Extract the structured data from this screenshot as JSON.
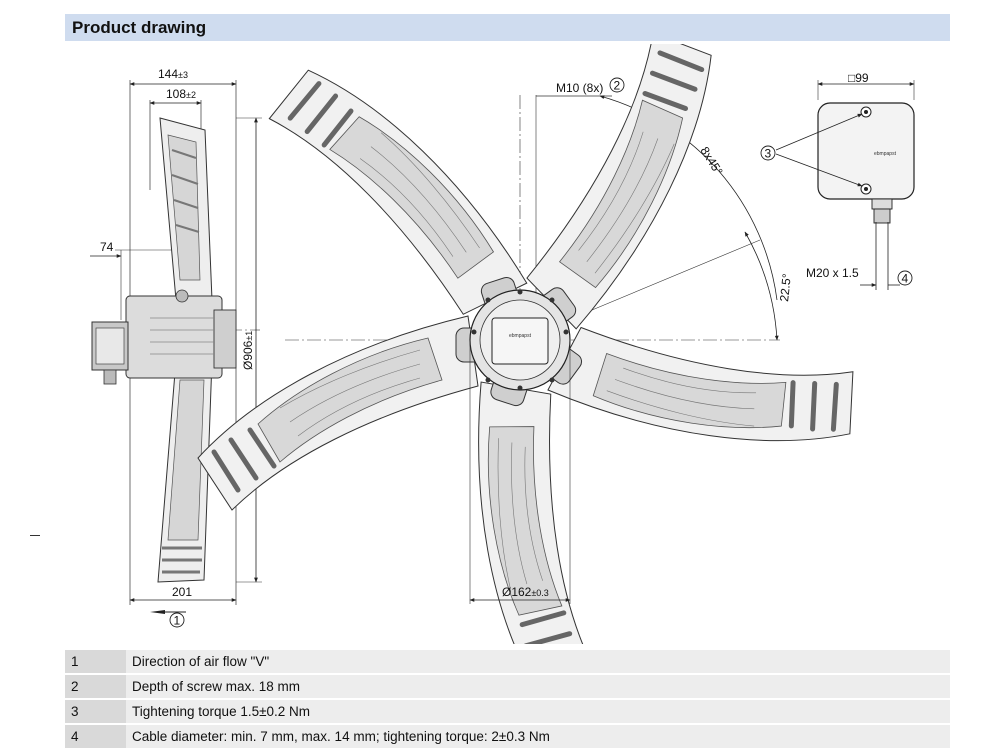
{
  "section": {
    "title": "Product drawing"
  },
  "dimensions": {
    "d144": "144",
    "d144_tol": "±3",
    "d108": "108",
    "d108_tol": "±2",
    "d74": "74",
    "d201": "201",
    "d906": "Ø906",
    "d906_tol": "±1",
    "d162": "Ø162",
    "d162_tol": "±0.3",
    "m10": "M10 (8x)",
    "angle8": "8x45°",
    "angle22": "22.5°",
    "box99": "□99",
    "m20": "M20 x 1.5",
    "brand": "ebmpapst"
  },
  "callouts": {
    "c1": "1",
    "c2": "2",
    "c3": "3",
    "c4": "4"
  },
  "legend": [
    {
      "num": "1",
      "text": "Direction of air flow \"V\""
    },
    {
      "num": "2",
      "text": "Depth of screw max. 18 mm"
    },
    {
      "num": "3",
      "text": "Tightening torque 1.5±0.2 Nm"
    },
    {
      "num": "4",
      "text": "Cable diameter: min. 7 mm, max. 14 mm; tightening torque: 2±0.3 Nm"
    }
  ]
}
